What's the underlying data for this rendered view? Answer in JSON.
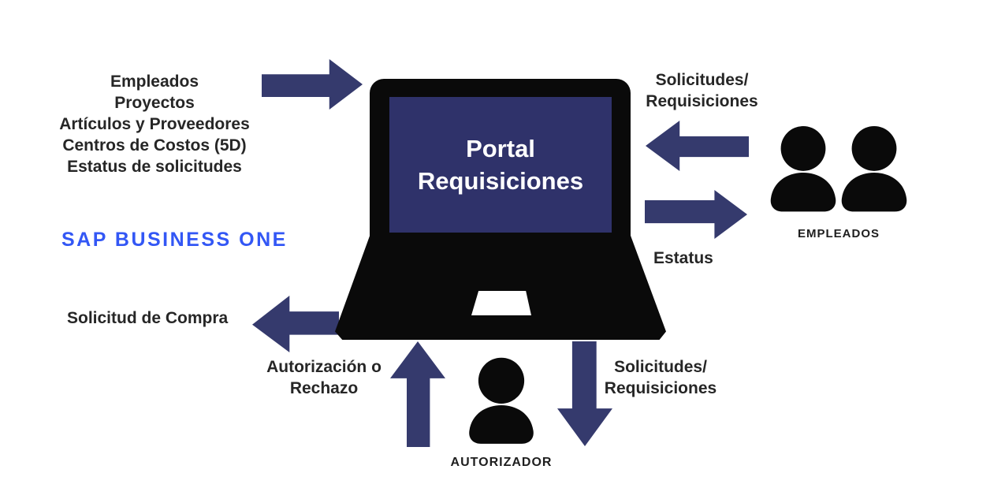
{
  "colors": {
    "bg": "#ffffff",
    "text": "#262626",
    "navy_arrow": "#353A6D",
    "screen_navy": "#2F326A",
    "brand_blue": "#3357F5",
    "icon_black": "#0A0A0A"
  },
  "left_panel": {
    "line1": "Empleados",
    "line2": "Proyectos",
    "line3": "Artículos y Proveedores",
    "line4": "Centros de Costos (5D)",
    "line5": "Estatus de solicitudes",
    "brand": "SAP BUSINESS ONE"
  },
  "laptop": {
    "title_line1": "Portal",
    "title_line2": "Requisiciones"
  },
  "right_panel": {
    "requests_line1": "Solicitudes/",
    "requests_line2": "Requisiciones",
    "status_label": "Estatus",
    "group_label": "EMPLEADOS"
  },
  "bottom_panel": {
    "purchase_label": "Solicitud de Compra",
    "auth_line1": "Autorización o",
    "auth_line2": "Rechazo",
    "requests_line1": "Solicitudes/",
    "requests_line2": "Requisiciones",
    "authorizer_label": "AUTORIZADOR"
  },
  "icons": {
    "employees_icon": "two-persons",
    "authorizer_icon": "person"
  }
}
